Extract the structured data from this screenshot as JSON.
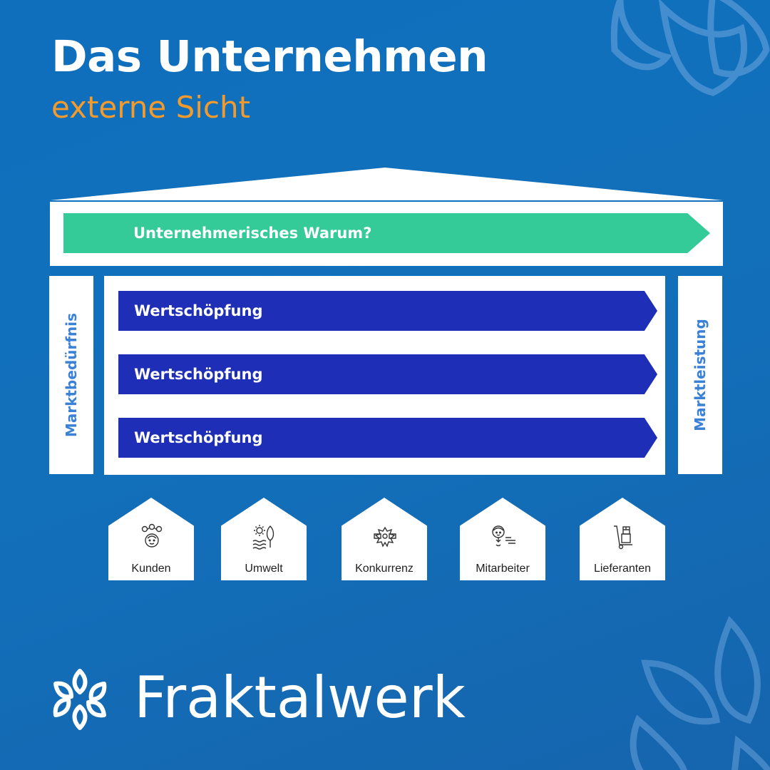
{
  "header": {
    "title": "Das Unternehmen",
    "subtitle": "externe Sicht"
  },
  "house": {
    "purpose_label": "Unternehmerisches Warum?",
    "left_pillar_label": "Marktbedürfnis",
    "right_pillar_label": "Marktleistung",
    "value_chain_labels": [
      "Wertschöpfung",
      "Wertschöpfung",
      "Wertschöpfung"
    ]
  },
  "stakeholders": [
    {
      "label": "Kunden",
      "icon": "customer-face-icon"
    },
    {
      "label": "Umwelt",
      "icon": "sun-tree-water-icon"
    },
    {
      "label": "Konkurrenz",
      "icon": "competition-clash-icon"
    },
    {
      "label": "Mitarbeiter",
      "icon": "employee-icon"
    },
    {
      "label": "Lieferanten",
      "icon": "hand-truck-icon"
    }
  ],
  "brand": {
    "name": "Fraktalwerk",
    "logo_icon": "fraktal-flower-icon"
  },
  "colors": {
    "background": "#1270bb",
    "title": "#ffffff",
    "subtitle": "#f39a2c",
    "purpose_arrow": "#35cb98",
    "value_arrow": "#1f2eb6",
    "pillar_text": "#3b82d6",
    "panel": "#ffffff"
  }
}
